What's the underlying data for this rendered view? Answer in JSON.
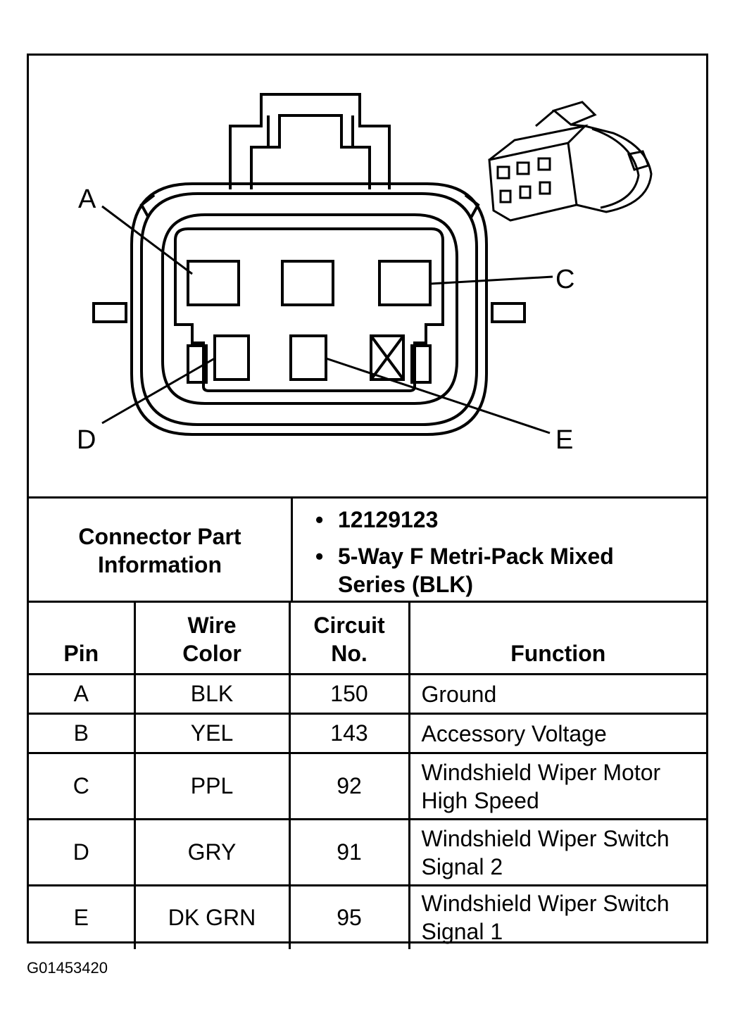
{
  "diagram": {
    "pin_labels": [
      "A",
      "C",
      "D",
      "E"
    ]
  },
  "connector_info": {
    "title": "Connector Part\nInformation",
    "part_number": "12129123",
    "description": "5-Way F Metri-Pack Mixed\nSeries (BLK)"
  },
  "table": {
    "headers": [
      "Pin",
      "Wire\nColor",
      "Circuit\nNo.",
      "Function"
    ],
    "rows": [
      {
        "pin": "A",
        "color": "BLK",
        "circuit": "150",
        "function": "Ground"
      },
      {
        "pin": "B",
        "color": "YEL",
        "circuit": "143",
        "function": "Accessory Voltage"
      },
      {
        "pin": "C",
        "color": "PPL",
        "circuit": "92",
        "function": "Windshield Wiper Motor\nHigh Speed"
      },
      {
        "pin": "D",
        "color": "GRY",
        "circuit": "91",
        "function": "Windshield Wiper Switch\nSignal 2"
      },
      {
        "pin": "E",
        "color": "DK GRN",
        "circuit": "95",
        "function": "Windshield Wiper Switch\nSignal 1"
      }
    ]
  },
  "figure_id": "G01453420"
}
